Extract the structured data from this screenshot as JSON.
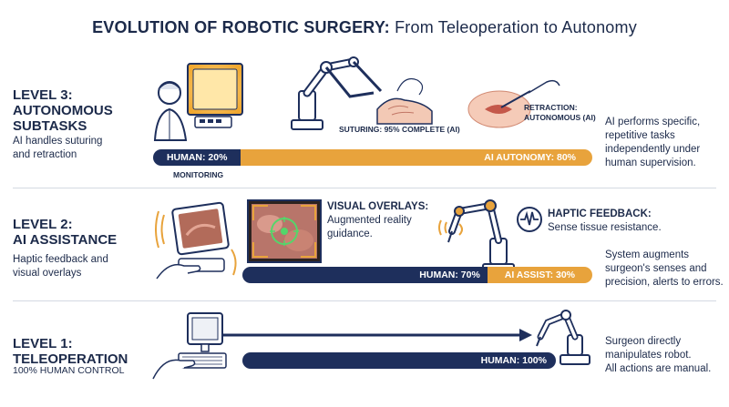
{
  "header": {
    "title_bold": "EVOLUTION OF ROBOTIC SURGERY:",
    "title_rest": " From Teleoperation to Autonomy"
  },
  "level3": {
    "title": "LEVEL 3:\nAUTONOMOUS\nSUBTASKS",
    "subtitle": "AI handles suturing\nand retraction",
    "suturing_label": "SUTURING: 95% COMPLETE (AI)",
    "retraction_label": "RETRACTION:\nAUTONOMOUS (AI)",
    "bar_human": "HUMAN: 20%",
    "bar_ai": "AI AUTONOMY: 80%",
    "human_share": 0.2,
    "monitoring_label": "MONITORING",
    "description": "AI performs specific,\nrepetitive tasks\nindependently under\nhuman supervision."
  },
  "level2": {
    "title": "LEVEL 2:\nAI ASSISTANCE",
    "subtitle": "Haptic feedback and\nvisual overlays",
    "overlay_title": "VISUAL OVERLAYS:",
    "overlay_text": "Augmented reality\nguidance.",
    "haptic_title": "HAPTIC FEEDBACK:",
    "haptic_text": "Sense tissue resistance.",
    "bar_human": "HUMAN: 70%",
    "bar_ai": "AI ASSIST: 30%",
    "human_share": 0.7,
    "description": "System augments\nsurgeon's senses and\nprecision, alerts to errors."
  },
  "level1": {
    "title": "LEVEL 1:\nTELEOPERATION",
    "subtitle": "100% HUMAN CONTROL",
    "bar_human": "HUMAN: 100%",
    "human_share": 1.0,
    "description": "Surgeon directly\nmanipulates robot.\nAll actions are manual."
  },
  "colors": {
    "navy": "#1e2f5c",
    "orange": "#e8a33c",
    "text": "#1c2a4a"
  }
}
